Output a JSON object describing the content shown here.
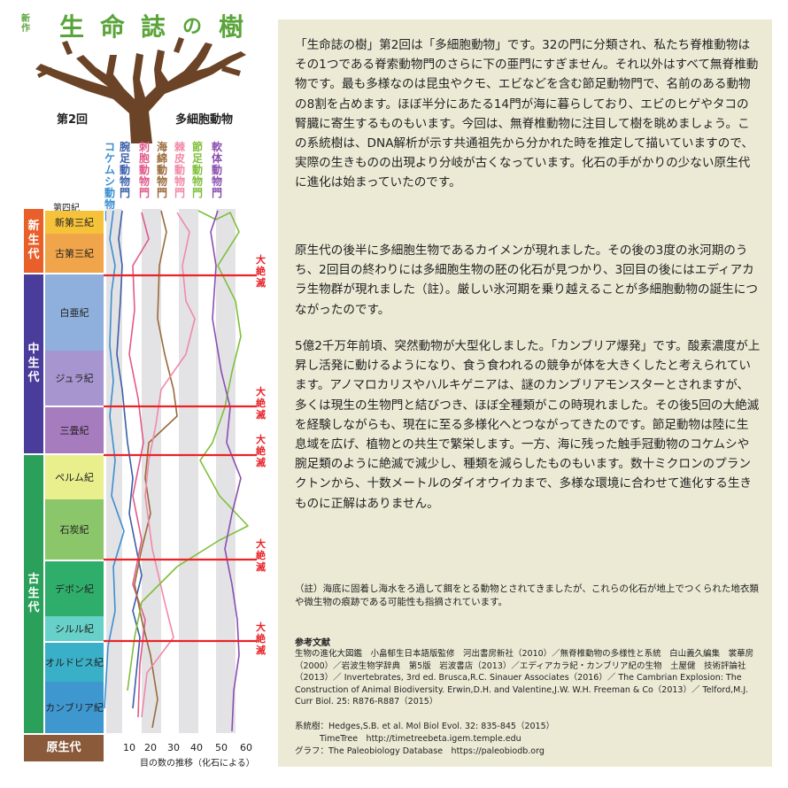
{
  "header": {
    "title_tag": "新作",
    "title_chars": [
      "生",
      "命",
      "誌",
      "の",
      "樹"
    ],
    "episode": "第2回",
    "theme": "多細胞動物"
  },
  "phyla": [
    {
      "label": "コケムシ動物門",
      "color": "#3b8fd0"
    },
    {
      "label": "腕足動物門",
      "color": "#3b5faa"
    },
    {
      "label": "刺胞動物門",
      "color": "#e05a8a"
    },
    {
      "label": "海綿動物門",
      "color": "#9a6a3a"
    },
    {
      "label": "棘皮動物門",
      "color": "#f08aa8"
    },
    {
      "label": "節足動物門",
      "color": "#7fbf3a"
    },
    {
      "label": "軟体動物門",
      "color": "#8a4fb0"
    }
  ],
  "eras": [
    {
      "label": "新生代",
      "color": "#e95f2a"
    },
    {
      "label": "中生代",
      "color": "#4a3c9a"
    },
    {
      "label": "古生代",
      "color": "#2aa05a"
    },
    {
      "label": "原生代",
      "color": "#8a5a3a"
    }
  ],
  "periods": [
    {
      "label": "新第三紀",
      "color": "#f5c23a"
    },
    {
      "label": "古第三紀",
      "color": "#f1a54a"
    },
    {
      "label": "白亜紀",
      "color": "#8fb0dc"
    },
    {
      "label": "ジュラ紀",
      "color": "#a695cf"
    },
    {
      "label": "三畳紀",
      "color": "#a77cbf"
    },
    {
      "label": "ペルム紀",
      "color": "#e9ef8c"
    },
    {
      "label": "石炭紀",
      "color": "#8cc66a"
    },
    {
      "label": "デボン紀",
      "color": "#2fae6b"
    },
    {
      "label": "シルル紀",
      "color": "#67d1c9"
    },
    {
      "label": "オルドビス紀",
      "color": "#39b0c8"
    },
    {
      "label": "カンブリア紀",
      "color": "#3f97d0"
    }
  ],
  "quaternary": "第四紀",
  "extinction_label": "大絶滅",
  "axis": {
    "ticks": [
      "10",
      "20",
      "30",
      "40",
      "50",
      "60"
    ],
    "label": "目の数の推移（化石による）"
  },
  "article": {
    "paragraphs": [
      "「生命誌の樹」第2回は「多細胞動物」です。32の門に分類され、私たち脊椎動物はその1つである脊索動物門のさらに下の亜門にすぎません。それ以外はすべて無脊椎動物です。最も多様なのは昆虫やクモ、エビなどを含む節足動物門で、名前のある動物の8割を占めます。ほぼ半分にあたる14門が海に暮らしており、エビのヒゲやタコの腎臓に寄生するものもいます。今回は、無脊椎動物に注目して樹を眺めましょう。この系統樹は、DNA解析が示す共通祖先から分かれた時を推定して描いていますので、実際の生きものの出現より分岐が古くなっています。化石の手がかりの少ない原生代に進化は始まっていたのです。",
      "原生代の後半に多細胞生物であるカイメンが現れました。その後の3度の氷河期のうち、2回目の終わりには多細胞生物の胚の化石が見つかり、3回目の後にはエディアカラ生物群が現れました（註）。厳しい氷河期を乗り越えることが多細胞動物の誕生につながったのです。",
      "5億2千万年前頃、突然動物が大型化しました。「カンブリア爆発」です。酸素濃度が上昇し活発に動けるようになり、食う食われるの競争が体を大きくしたと考えられています。アノマロカリスやハルキゲニアは、謎のカンブリアモンスターとされますが、多くは現生の生物門と結びつき、ほぼ全種類がこの時現れました。その後5回の大絶滅を経験しながらも、現在に至る多様化へとつながってきたのです。節足動物は陸に生息域を広げ、植物との共生で繁栄します。一方、海に残った触手冠動物のコケムシや腕足類のように絶滅で減少し、種類を減らしたものもいます。数十ミクロンのプランクトンから、十数メートルのダイオウイカまで、多様な環境に合わせて進化する生きものに正解はありません。"
    ],
    "note": "（註）海底に固着し海水をろ過して餌をとる動物とされてきましたが、これらの化石が地上でつくられた地衣類や微生物の痕跡である可能性も指摘されています。",
    "refs_title": "参考文献",
    "refs": [
      "生物の進化大図鑑　小畠郁生日本語版監修　河出書房新社（2010）／無脊椎動物の多様性と系統　白山義久編集　裳華房（2000）／岩波生物学辞典　第5版　岩波書店（2013）／エディアカラ紀・カンブリア紀の生物　土屋健　技術評論社（2013）／ Invertebrates, 3rd ed. Brusca,R.C. Sinauer Associates（2016）／ The Cambrian Explosion: The Construction of Animal Biodiversity. Erwin,D.H. and Valentine,J.W. W.H. Freeman & Co（2013）／ Telford,M.J. Curr Biol. 25: R876-R887（2015）",
      "系統樹：Hedges,S.B. et al. Mol Biol Evol. 32: 835-845（2015）",
      "TimeTree　http://timetreebeta.igem.temple.edu",
      "グラフ：The Paleobiology Database　https://paleobiodb.org"
    ]
  }
}
